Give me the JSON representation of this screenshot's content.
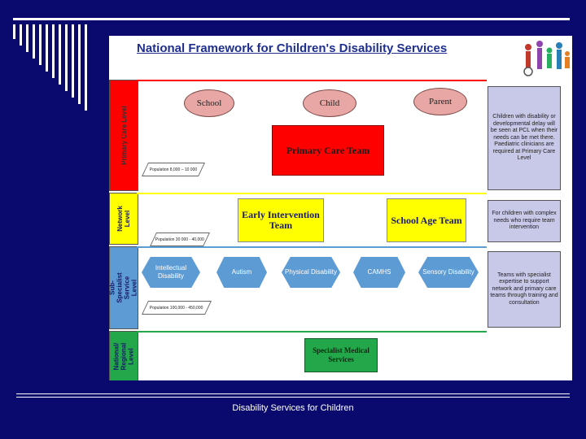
{
  "header": {
    "title": "National Framework for Children's Disability Services"
  },
  "levels": {
    "primary": "Primary Care Level",
    "network": "Network Level",
    "subspecialist": "Sub-Specialist Service Level",
    "national": "National/ Regional Level"
  },
  "primary_care": {
    "school": "School",
    "child": "Child",
    "parent": "Parent",
    "team": "Primary Care Team",
    "population": "Population 8,000 – 10 000",
    "note": "Children with disability or developmental delay will be seen at PCL when their needs can be met there. Paediatric clinicians are required at Primary Care Level"
  },
  "network": {
    "early_intervention": "Early Intervention Team",
    "school_age": "School Age Team",
    "population": "Population 30 000 - 40,000",
    "note": "For children with complex needs who require team intervention"
  },
  "subspecialist": {
    "items": [
      "Intellectual Disability",
      "Autism",
      "Physical Disability",
      "CAMHS",
      "Sensory Disability"
    ],
    "population": "Population 100,000 - 450,000",
    "note": "Teams with specialist expertise to support network and primary care teams through training and consultation"
  },
  "national": {
    "specialist": "Specialist Medical Services"
  },
  "footer": {
    "text": "Disability Services for Children"
  },
  "colors": {
    "background": "#0a0a6e",
    "primary_level": "#ff0000",
    "network_level": "#ffff00",
    "subspecialist_level": "#5d9bd5",
    "national_level": "#22a84a",
    "note_bg": "#c8c8e8",
    "ellipse": "#e8a7a4"
  }
}
